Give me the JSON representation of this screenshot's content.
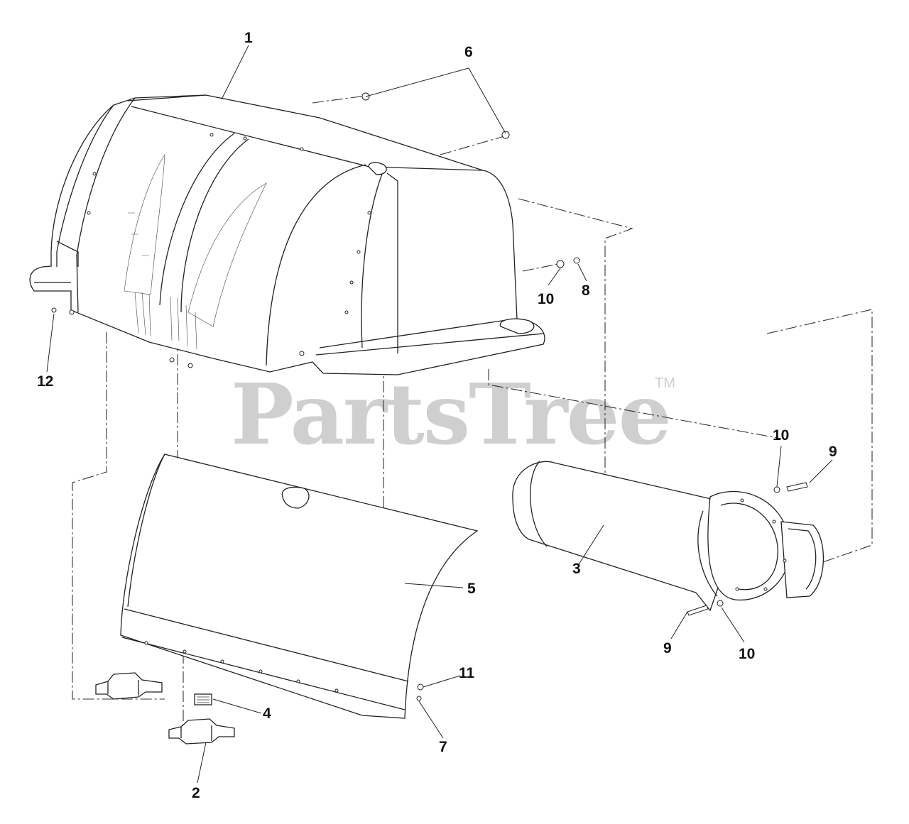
{
  "watermark": {
    "text": "PartsTree",
    "trademark": "TM"
  },
  "labels": [
    {
      "id": "1",
      "text": "1"
    },
    {
      "id": "6",
      "text": "6"
    },
    {
      "id": "10a",
      "text": "10"
    },
    {
      "id": "8",
      "text": "8"
    },
    {
      "id": "12",
      "text": "12"
    },
    {
      "id": "10b",
      "text": "10"
    },
    {
      "id": "9a",
      "text": "9"
    },
    {
      "id": "3",
      "text": "3"
    },
    {
      "id": "5",
      "text": "5"
    },
    {
      "id": "9b",
      "text": "9"
    },
    {
      "id": "10c",
      "text": "10"
    },
    {
      "id": "11",
      "text": "11"
    },
    {
      "id": "4",
      "text": "4"
    },
    {
      "id": "7",
      "text": "7"
    },
    {
      "id": "2",
      "text": "2"
    }
  ],
  "colors": {
    "line": "#222222",
    "watermark": "#cfcfcf",
    "background": "#ffffff"
  }
}
